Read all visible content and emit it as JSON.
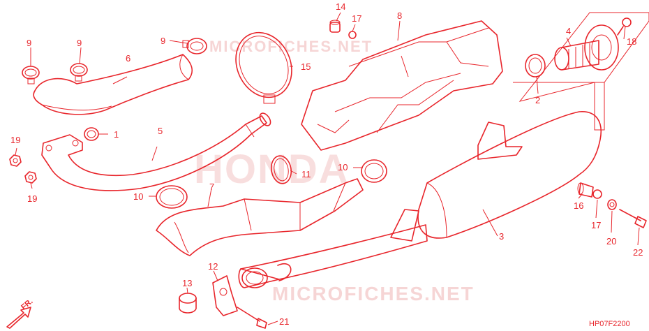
{
  "colors": {
    "ink": "#e8252b",
    "watermark": "#f3c4c4"
  },
  "watermarks": {
    "brand": "HONDA",
    "site_top": "MICROFICHES.NET",
    "site_bottom": "MICROFICHES.NET"
  },
  "diagram_code": "HP07F2200",
  "direction_label": "FR.",
  "callouts": [
    {
      "id": "c1",
      "label": "1"
    },
    {
      "id": "c2",
      "label": "2"
    },
    {
      "id": "c3",
      "label": "3"
    },
    {
      "id": "c4",
      "label": "4"
    },
    {
      "id": "c5",
      "label": "5"
    },
    {
      "id": "c6",
      "label": "6"
    },
    {
      "id": "c7",
      "label": "7"
    },
    {
      "id": "c8",
      "label": "8"
    },
    {
      "id": "c9a",
      "label": "9"
    },
    {
      "id": "c9b",
      "label": "9"
    },
    {
      "id": "c9c",
      "label": "9"
    },
    {
      "id": "c10a",
      "label": "10"
    },
    {
      "id": "c10b",
      "label": "10"
    },
    {
      "id": "c11",
      "label": "11"
    },
    {
      "id": "c12",
      "label": "12"
    },
    {
      "id": "c13",
      "label": "13"
    },
    {
      "id": "c14",
      "label": "14"
    },
    {
      "id": "c15",
      "label": "15"
    },
    {
      "id": "c16",
      "label": "16"
    },
    {
      "id": "c17a",
      "label": "17"
    },
    {
      "id": "c17b",
      "label": "17"
    },
    {
      "id": "c18",
      "label": "18"
    },
    {
      "id": "c19a",
      "label": "19"
    },
    {
      "id": "c19b",
      "label": "19"
    },
    {
      "id": "c20",
      "label": "20"
    },
    {
      "id": "c21",
      "label": "21"
    },
    {
      "id": "c22",
      "label": "22"
    }
  ]
}
